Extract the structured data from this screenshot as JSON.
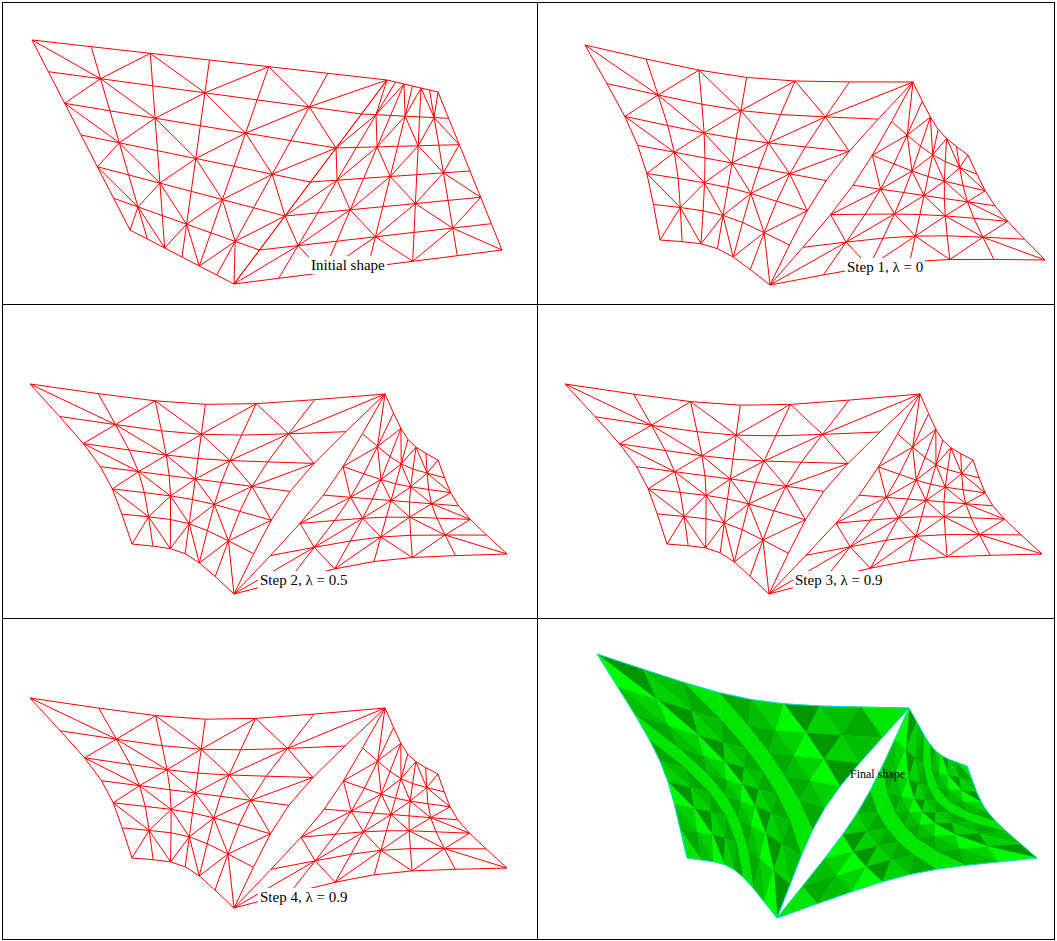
{
  "diagram": {
    "labels": [
      "Initial shape",
      "Step 1, λ = 0",
      "Step 2, λ = 0.5",
      "Step 3, λ = 0.9",
      "Step 4, λ = 0.9",
      "Final shape"
    ]
  }
}
